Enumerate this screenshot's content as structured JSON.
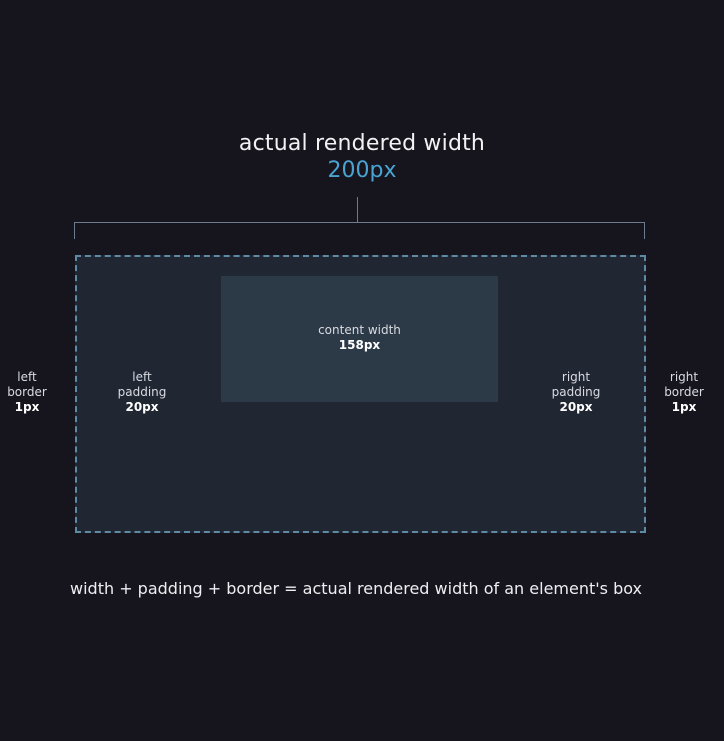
{
  "heading": {
    "title": "actual rendered width",
    "value": "200px"
  },
  "content": {
    "label": "content width",
    "value": "158px"
  },
  "left_border": {
    "line1": "left",
    "line2": "border",
    "value": "1px"
  },
  "left_padding": {
    "line1": "left",
    "line2": "padding",
    "value": "20px"
  },
  "right_padding": {
    "line1": "right",
    "line2": "padding",
    "value": "20px"
  },
  "right_border": {
    "line1": "right",
    "line2": "border",
    "value": "1px"
  },
  "formula": "width + padding + border = actual rendered width of an element's box",
  "colors": {
    "background": "#16151e",
    "box_fill": "#212633",
    "content_fill": "#2c3947",
    "border_dash": "#5f8aa3",
    "accent": "#4aa3d3"
  }
}
